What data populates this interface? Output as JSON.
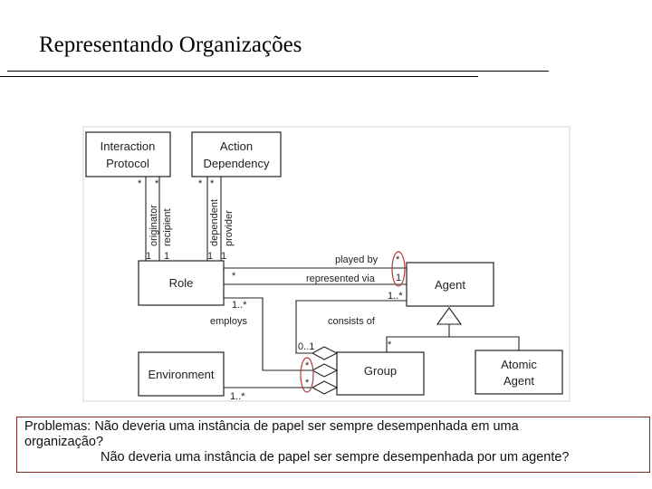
{
  "slide": {
    "title": "Representando Organizações"
  },
  "diagram": {
    "classes": {
      "interaction_protocol": [
        "Interaction",
        "Protocol"
      ],
      "action_dependency": [
        "Action",
        "Dependency"
      ],
      "role": "Role",
      "agent": "Agent",
      "environment": "Environment",
      "group": "Group",
      "atomic_agent": [
        "Atomic",
        "Agent"
      ]
    },
    "labels": {
      "originator": "originator",
      "recipient": "recipient",
      "dependent": "dependent",
      "provider": "provider",
      "played_by": "played by",
      "represented_via": "represented via",
      "consists_of": "consists of",
      "employs": "employs"
    },
    "multiplicities": {
      "star": "*",
      "one": "1",
      "one_to_many": "1..*",
      "zero_to_one": "0..1"
    }
  },
  "problems": {
    "line1": "Problemas: Não deveria uma instância de papel ser sempre desempenhada em uma",
    "line2": "organização?",
    "line3": "Não deveria uma instância de papel ser sempre desempenhada por um agente?"
  },
  "colors": {
    "annotation": "#b33a3a",
    "box_border": "#8a2b2b"
  }
}
